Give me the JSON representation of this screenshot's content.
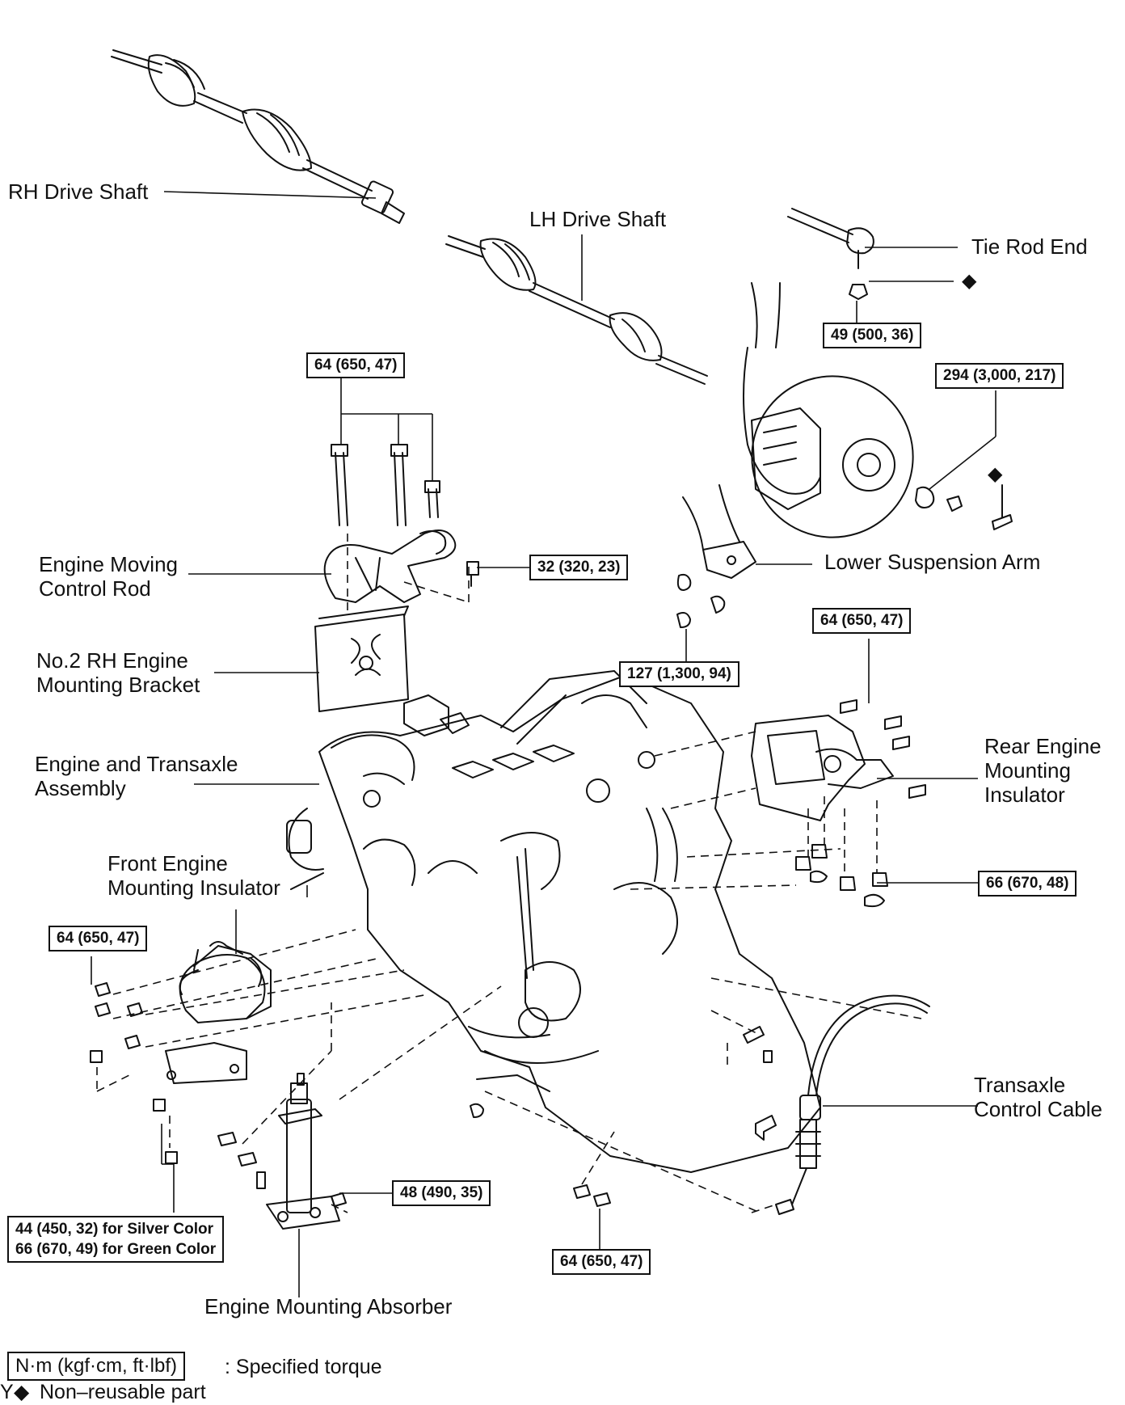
{
  "labels": {
    "rh_drive_shaft": "RH Drive Shaft",
    "lh_drive_shaft": "LH Drive Shaft",
    "tie_rod_end": "Tie Rod End",
    "engine_moving_control_rod_1": "Engine Moving",
    "engine_moving_control_rod_2": "Control Rod",
    "rh_bracket_1": "No.2 RH Engine",
    "rh_bracket_2": "Mounting Bracket",
    "lower_suspension_arm": "Lower Suspension Arm",
    "engine_transaxle_1": "Engine and Transaxle",
    "engine_transaxle_2": "Assembly",
    "rear_insulator_1": "Rear Engine",
    "rear_insulator_2": "Mounting",
    "rear_insulator_3": "Insulator",
    "front_insulator_1": "Front Engine",
    "front_insulator_2": "Mounting Insulator",
    "transaxle_cable_1": "Transaxle",
    "transaxle_cable_2": "Control Cable",
    "absorber": "Engine Mounting Absorber"
  },
  "torques": {
    "rod_top": "64 (650, 47)",
    "rod_bolt": "32 (320, 23)",
    "tie_rod": "49 (500, 36)",
    "hub_nut": "294 (3,000, 217)",
    "lower_arm": "127 (1,300, 94)",
    "rear_top": "64 (650, 47)",
    "rear_bottom": "66 (670, 48)",
    "front_left": "64 (650, 47)",
    "absorber_bolt": "48 (490, 35)",
    "silver_line": "44 (450, 32) for Silver Color",
    "green_line": "66 (670, 49) for Green Color",
    "bottom_center": "64 (650, 47)"
  },
  "legend": {
    "unit_box": "N·m (kgf·cm, ft·lbf)",
    "specified_torque": ": Specified torque",
    "prefix": "Y",
    "diamond": "◆",
    "non_reusable": "Non–reusable part"
  },
  "marks": {
    "diamond": "◆"
  }
}
